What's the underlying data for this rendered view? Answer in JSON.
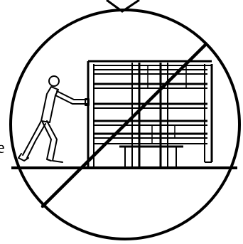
{
  "figure": {
    "description_name": "prohibition-sign",
    "stroke_color": "#000000",
    "background_color": "#ffffff",
    "symbol": "no-pushing-shelving-unit",
    "cropped_glyphs": {
      "left": "e",
      "bottom": "¯"
    }
  }
}
